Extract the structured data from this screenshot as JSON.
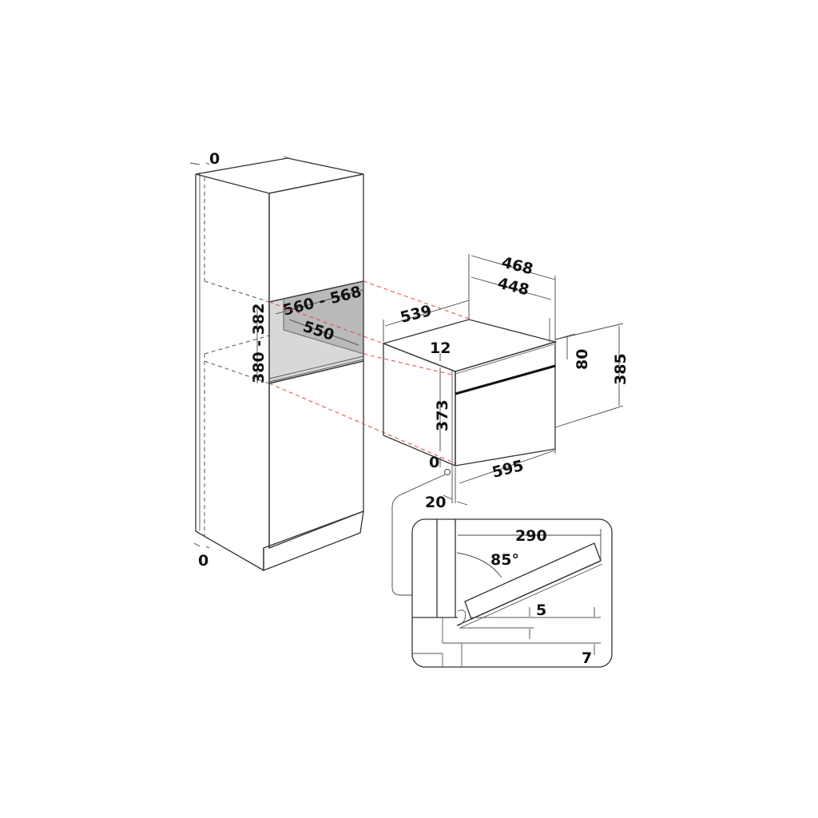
{
  "diagram": {
    "type": "built-in oven installation drawing",
    "units": "mm",
    "colors": {
      "lines": "#333333",
      "projection_lines": "#e8473f",
      "niche_back": "#b9b9b9",
      "niche_floor": "#d8d8d8",
      "background": "#ffffff"
    },
    "cabinet": {
      "top_gap": "0",
      "bottom_gap": "0",
      "niche_width": "560 - 568",
      "niche_depth": "550",
      "niche_height": "380 - 382"
    },
    "appliance": {
      "depth": "539",
      "top_depth_outer": "468",
      "top_depth_inner": "448",
      "top_offset": "12",
      "body_height": "373",
      "bottom_offset": "0",
      "control_panel_height": "80",
      "total_height": "385",
      "width": "595",
      "front_thickness": "20"
    },
    "door_detail": {
      "door_open_depth": "290",
      "door_angle": "85°",
      "gap_top": "5",
      "gap_bottom": "7"
    }
  }
}
